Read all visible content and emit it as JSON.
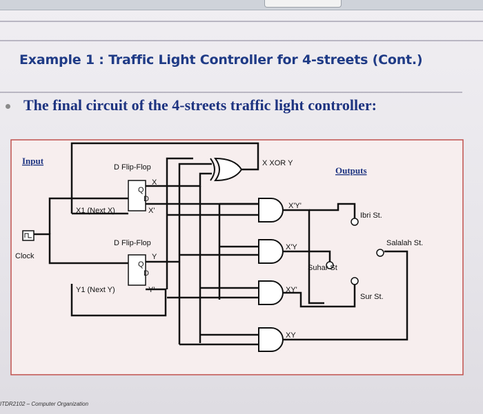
{
  "slide": {
    "title": "Example 1 : Traffic Light Controller for 4-streets (Cont.)",
    "subtitle": "The final circuit of the 4-streets traffic light controller:",
    "footer": "ITDR2102 – Computer Organization"
  },
  "circuit": {
    "input_header": "Input",
    "outputs_header": "Outputs",
    "clock_label": "Clock",
    "flipflop_x": {
      "title": "D Flip-Flop",
      "d": "D",
      "q": "Q",
      "out": "X",
      "out_bar": "X'",
      "next": "X1 (Next X)"
    },
    "flipflop_y": {
      "title": "D Flip-Flop",
      "d": "D",
      "q": "Q",
      "out": "Y",
      "out_bar": "Y'",
      "next": "Y1 (Next Y)"
    },
    "xor_label": "X XOR Y",
    "and_gates": [
      "X'Y'",
      "X'Y",
      "XY'",
      "XY"
    ],
    "outputs": [
      "Ibri St.",
      "Salalah St.",
      "Suhar St",
      "Sur St."
    ]
  },
  "colors": {
    "title": "#1f3b86",
    "panel_border": "#c0504d",
    "panel_bg": "#f6eeee"
  }
}
